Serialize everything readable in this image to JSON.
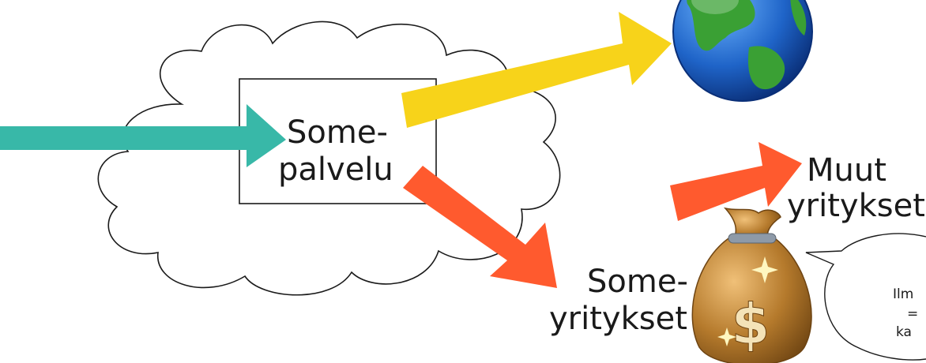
{
  "labels": {
    "service_line1": "Some-",
    "service_line2": "palvelu",
    "companies_line1": "Some-",
    "companies_line2": "yritykset",
    "other_line1": "Muut",
    "other_line2": "yritykset"
  },
  "speech_bubble": {
    "line1": "Ilm",
    "line2": "=",
    "line3": "ka"
  },
  "icons": {
    "globe": "globe-icon",
    "money_bag": "money-bag-icon",
    "cloud": "cloud-shape"
  },
  "colors": {
    "teal_arrow": "#38b8a8",
    "yellow_arrow": "#f7d31a",
    "orange_arrow": "#ff5a2e",
    "ocean": "#1f64c8",
    "land": "#3aa034",
    "bag": "#b57a2c"
  }
}
